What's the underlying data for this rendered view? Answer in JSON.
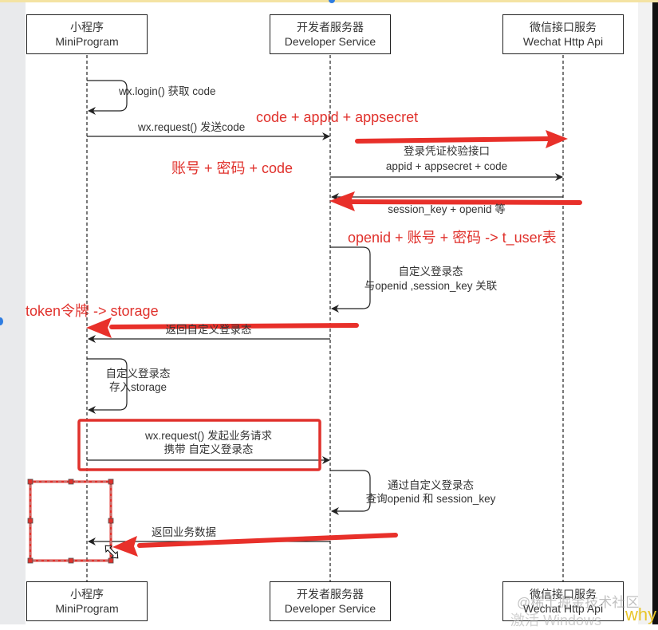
{
  "actors": [
    {
      "cn": "小程序",
      "en": "MiniProgram"
    },
    {
      "cn": "开发者服务器",
      "en": "Developer Service"
    },
    {
      "cn": "微信接口服务",
      "en": "Wechat Http Api"
    }
  ],
  "messages": {
    "login": "wx.login() 获取 code",
    "send_code": "wx.request() 发送code",
    "verify_line1": "登录凭证校验接口",
    "verify_line2": "appid + appsecret + code",
    "session_return": "session_key + openid 等",
    "custom_state_line1": "自定义登录态",
    "custom_state_line2": "与openid ,session_key 关联",
    "return_state": "返回自定义登录态",
    "store_line1": "自定义登录态",
    "store_line2": "存入storage",
    "biz_request_line1": "wx.request() 发起业务请求",
    "biz_request_line2": "携带 自定义登录态",
    "query_line1": "通过自定义登录态",
    "query_line2": "查询openid 和 session_key",
    "return_biz": "返回业务数据"
  },
  "annotations": {
    "code_appid_secret": "code + appid + appsecret",
    "account_pwd_code": "账号 + 密码 + code",
    "openid_user_table": "openid + 账号 + 密码 -> t_user表",
    "token_storage": "token令牌 -> storage"
  },
  "watermark": {
    "community": "@稀土掘金技术社区",
    "windows": "激活 Windows",
    "author": "why"
  },
  "colors": {
    "annotation_red": "#e0312c",
    "line": "#222222"
  }
}
